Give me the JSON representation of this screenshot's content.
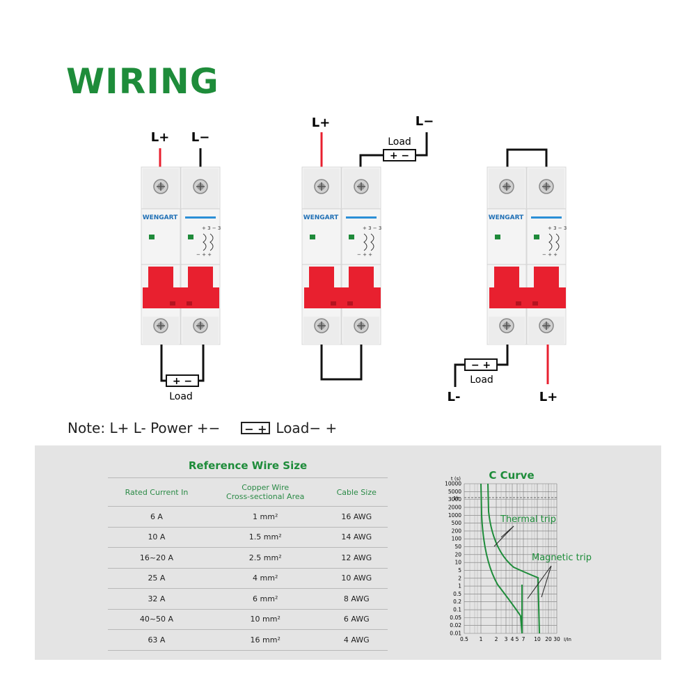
{
  "title": "WIRING",
  "diagram": {
    "brand": "WENGART",
    "load_label": "Load",
    "load_symbol_top": "+ −",
    "load_symbol_bottom": "− +",
    "terminal_l_plus": "L+",
    "terminal_l_minus": "L−",
    "terminal_l_minus_alt": "L-",
    "schematic_top": "+ 3  − 3",
    "schematic_bottom": "−  + +"
  },
  "note": {
    "prefix": "Note:  L+ L- Power +−",
    "symbol": "− +",
    "suffix": "Load− +"
  },
  "table": {
    "title": "Reference Wire Size",
    "headers": [
      "Rated Current In",
      "Copper Wire\nCross-sectional Area",
      "Cable Size"
    ],
    "rows": [
      [
        "6 A",
        "1 mm²",
        "16 AWG"
      ],
      [
        "10 A",
        "1.5 mm²",
        "14 AWG"
      ],
      [
        "16~20 A",
        "2.5 mm²",
        "12 AWG"
      ],
      [
        "25 A",
        "4 mm²",
        "10 AWG"
      ],
      [
        "32 A",
        "6 mm²",
        "8 AWG"
      ],
      [
        "40~50 A",
        "10 mm²",
        "6 AWG"
      ],
      [
        "63 A",
        "16 mm²",
        "4 AWG"
      ]
    ]
  },
  "curve": {
    "title": "C Curve",
    "y_unit": "t (s)",
    "x_unit": "I/In",
    "thermal_label": "Thermal trip",
    "magnetic_label": "Magnetic trip",
    "h_label": "1h",
    "y_ticks": [
      "10000",
      "5000",
      "3000",
      "2000",
      "1000",
      "500",
      "200",
      "100",
      "50",
      "20",
      "10",
      "5",
      "2",
      "1",
      "0.5",
      "0.2",
      "0.1",
      "0.05",
      "0.02",
      "0.01"
    ],
    "x_ticks": [
      "0.5",
      "1",
      "2",
      "3",
      "4",
      "5",
      "7",
      "10",
      "20",
      "30"
    ]
  },
  "colors": {
    "accent_green": "#1e8c3a",
    "breaker_red": "#e8202f",
    "wire_red": "#e8202f",
    "panel_gray": "#e4e4e4"
  }
}
